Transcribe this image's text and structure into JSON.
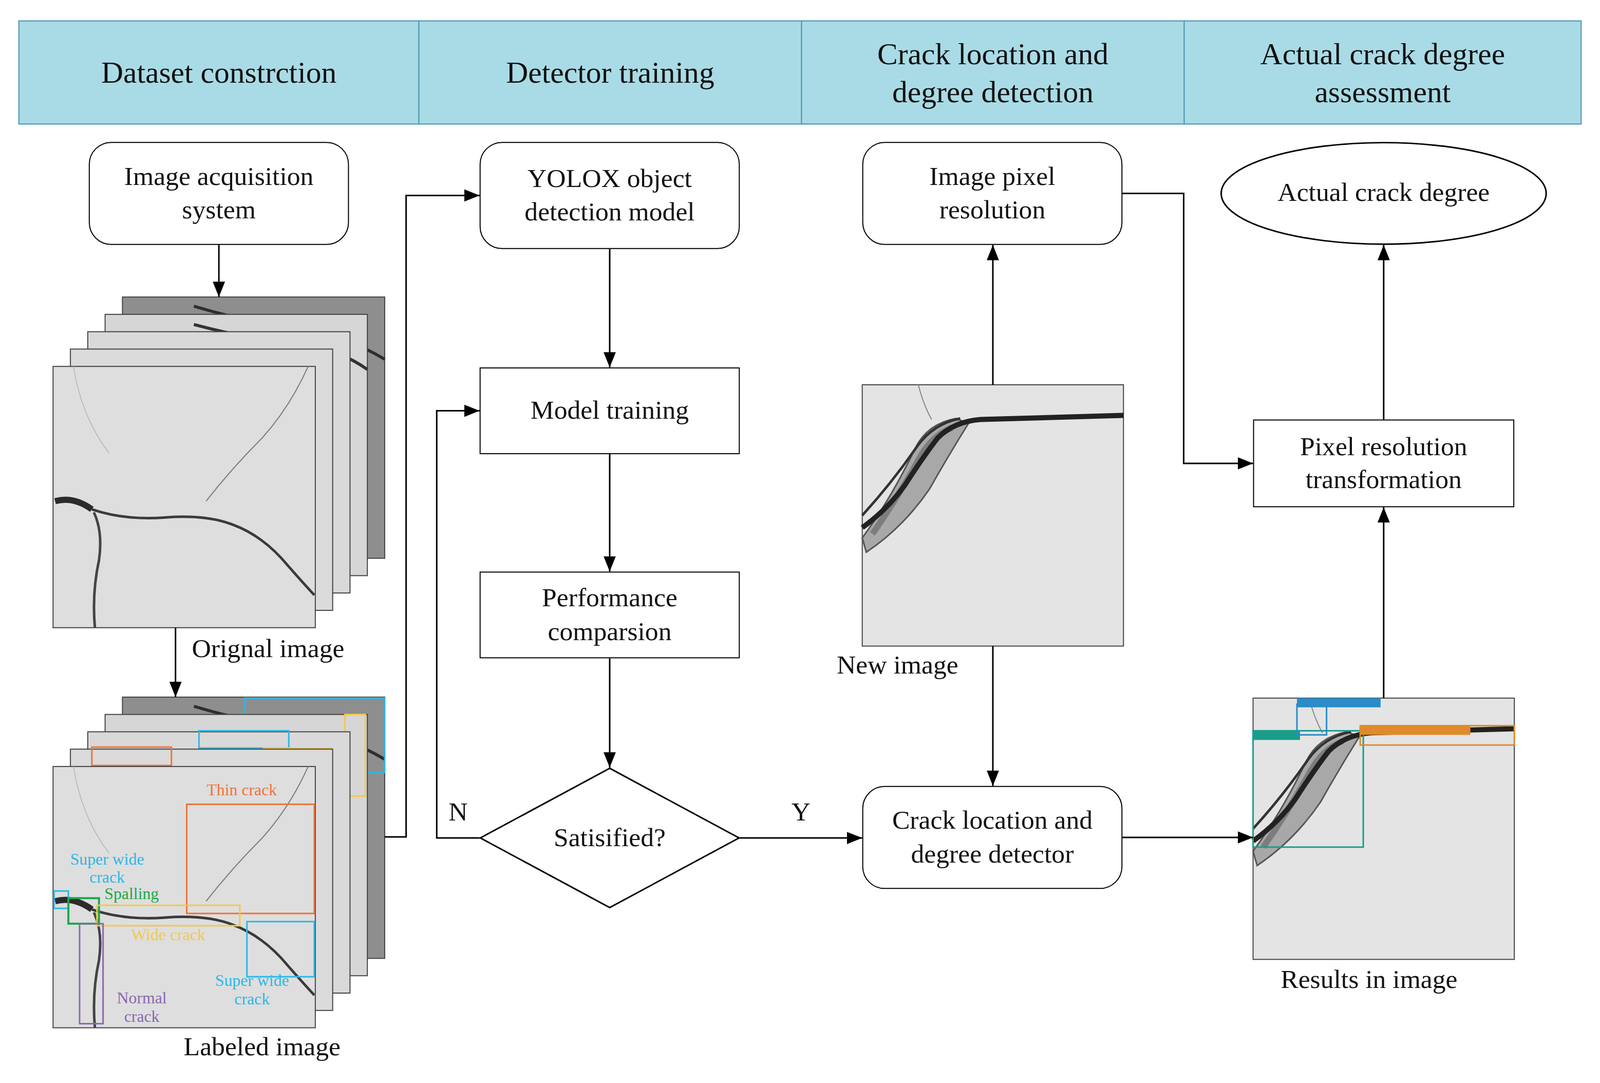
{
  "diagram": {
    "nodes": [
      {
        "text": [
          "Dataset constrction"
        ]
      },
      {
        "text": [
          "Detector training"
        ]
      },
      {
        "text": [
          "Crack location and degree detection"
        ]
      },
      {
        "text": [
          "Actual crack degree assessment"
        ]
      },
      {
        "text": [
          "Image acquisition system"
        ]
      },
      {
        "text": [
          "Orignal image"
        ]
      },
      {
        "text": [
          "Labeled image"
        ]
      },
      {
        "text": [
          "YOLOX object detection model"
        ]
      },
      {
        "text": [
          "Model training"
        ]
      },
      {
        "text": [
          "Performance comparsion"
        ]
      },
      {
        "text": [
          "Satisified?"
        ]
      },
      {
        "text": [
          "Image pixel resolution"
        ]
      },
      {
        "text": [
          "New image"
        ]
      },
      {
        "text": [
          "Crack location and degree detector"
        ]
      },
      {
        "text": [
          "Actual crack degree"
        ]
      },
      {
        "text": [
          "Pixel resolution transformation"
        ]
      },
      {
        "text": [
          "Results in image"
        ]
      }
    ],
    "edges": [
      {
        "from": 4,
        "to": 5,
        "arrow": "to"
      },
      {
        "from": 5,
        "to": 6,
        "arrow": "to"
      },
      {
        "from": 6,
        "to": 7,
        "arrow": "to"
      },
      {
        "from": 7,
        "to": 8,
        "arrow": "to"
      },
      {
        "from": 8,
        "to": 9,
        "arrow": "to"
      },
      {
        "from": 9,
        "to": 10,
        "arrow": "to"
      },
      {
        "from": 10,
        "to": 8,
        "label": "N",
        "arrow": "to"
      },
      {
        "from": 10,
        "to": 13,
        "label": "Y",
        "arrow": "to"
      },
      {
        "from": 12,
        "to": 11,
        "arrow": "to"
      },
      {
        "from": 12,
        "to": 13,
        "arrow": "to"
      },
      {
        "from": 13,
        "to": 16,
        "arrow": "to"
      },
      {
        "from": 11,
        "to": 15,
        "arrow": "to"
      },
      {
        "from": 16,
        "to": 15,
        "arrow": "to"
      },
      {
        "from": 15,
        "to": 14,
        "arrow": "to"
      }
    ],
    "labels": [
      "Thin crack",
      "Super wide crack",
      "Spalling",
      "Wide crack",
      "Super wide crack",
      "Normal crack"
    ]
  }
}
